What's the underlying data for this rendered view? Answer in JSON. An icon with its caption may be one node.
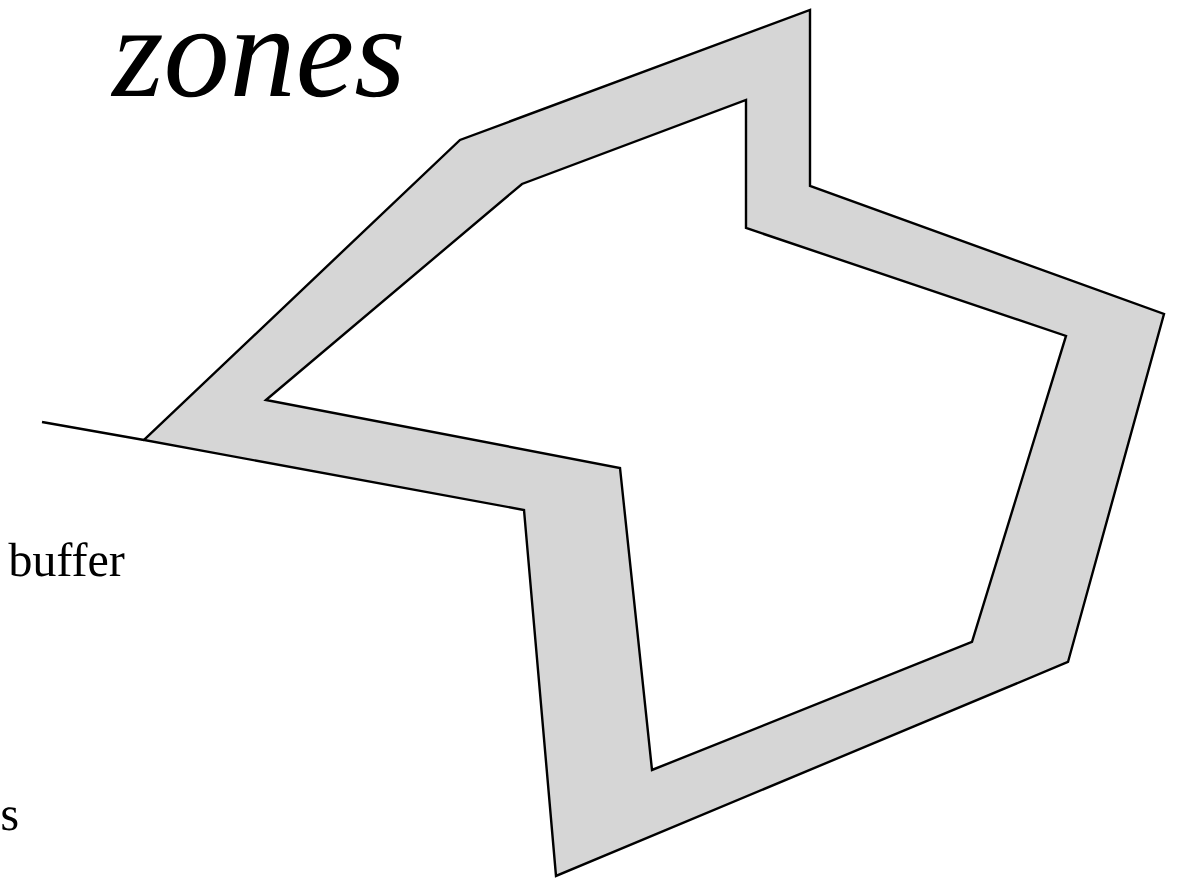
{
  "diagram": {
    "title": "zones",
    "labels": [
      "buffer",
      "s"
    ]
  }
}
